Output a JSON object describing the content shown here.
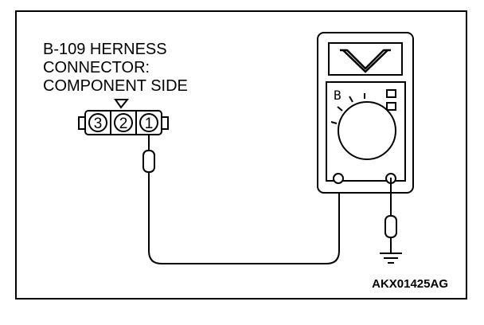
{
  "caption": {
    "line1": "B-109 HERNESS",
    "line2": "CONNECTOR:",
    "line3": "COMPONENT SIDE"
  },
  "connector": {
    "pins": [
      "3",
      "2",
      "1"
    ]
  },
  "multimeter": {
    "mode_symbol": "V",
    "readout_glyph": "B"
  },
  "figure_code": "AKX01425AG"
}
